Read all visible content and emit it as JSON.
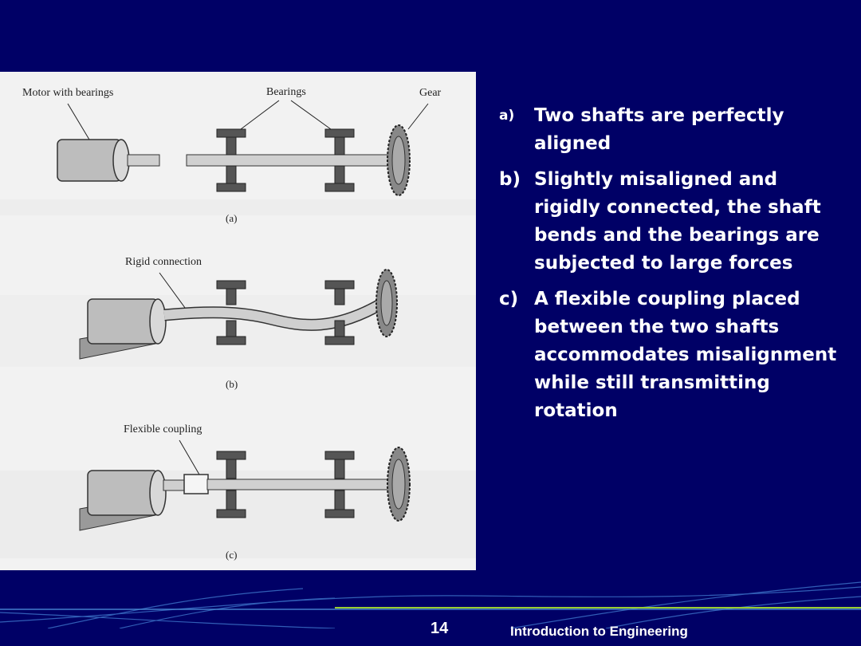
{
  "figure": {
    "labels": {
      "motor_with_bearings": "Motor with bearings",
      "bearings": "Bearings",
      "gear": "Gear",
      "rigid_connection": "Rigid connection",
      "flexible_coupling": "Flexible coupling"
    },
    "captions": {
      "a": "(a)",
      "b": "(b)",
      "c": "(c)"
    }
  },
  "bullets": [
    {
      "marker": "a)",
      "text": "Two shafts are perfectly aligned"
    },
    {
      "marker": "b)",
      "text": "Slightly misaligned and rigidly connected, the shaft bends and the bearings are subjected to large forces"
    },
    {
      "marker": "c)",
      "text": "A flexible coupling placed between the two shafts accommodates misalignment while still transmitting rotation"
    }
  ],
  "footer": {
    "page_number": "14",
    "title": "Introduction to Engineering"
  },
  "colors": {
    "background": "#000066",
    "text": "#ffffff",
    "footer_line": "#4a8bd6",
    "footer_line_green": "#9acd32"
  }
}
